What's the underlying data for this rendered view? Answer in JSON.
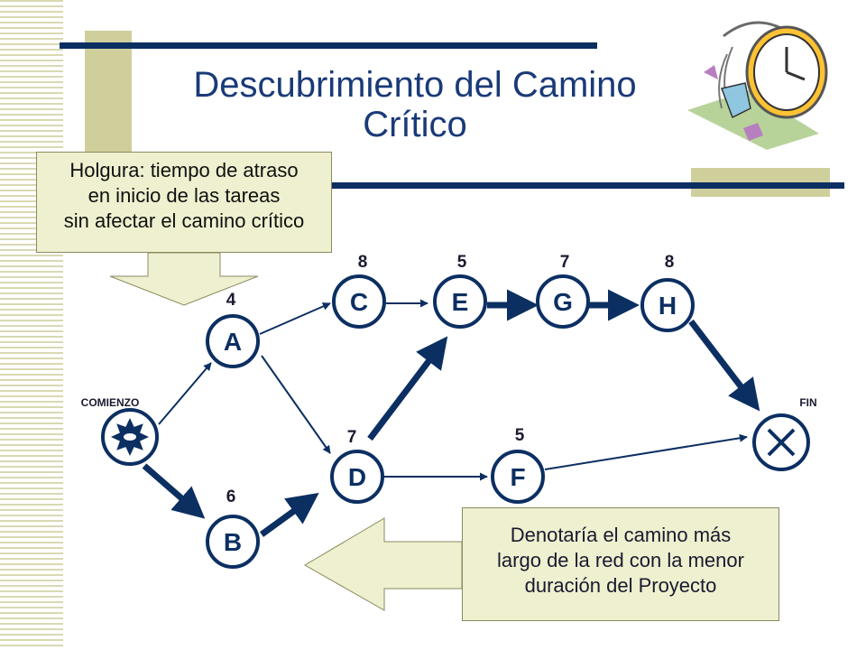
{
  "title": {
    "line1": "Descubrimiento del Camino",
    "line2": "Crítico"
  },
  "callout_top": {
    "line1": "Holgura: tiempo de atraso",
    "line2": "en inicio de las tareas",
    "line3": "sin afectar el camino crítico"
  },
  "callout_bottom": {
    "line1": "Denotaría el camino más",
    "line2": "largo de la red con la menor",
    "line3": "duración del Proyecto"
  },
  "labels": {
    "start": "COMIENZO",
    "end": "FIN"
  },
  "nodes": {
    "A": {
      "label": "A",
      "duration": "4"
    },
    "B": {
      "label": "B",
      "duration": "6"
    },
    "C": {
      "label": "C",
      "duration": "8"
    },
    "D": {
      "label": "D",
      "duration": "7"
    },
    "E": {
      "label": "E",
      "duration": "5"
    },
    "F": {
      "label": "F",
      "duration": "5"
    },
    "G": {
      "label": "G",
      "duration": "7"
    },
    "H": {
      "label": "H",
      "duration": "8"
    }
  },
  "colors": {
    "navy": "#0c2f62",
    "callout_fill": "#eef0cf",
    "accent_olive": "#cfcf9b",
    "title": "#1a3a78"
  },
  "icons": [
    "start-star-icon",
    "end-x-icon",
    "clock-clipart-icon"
  ]
}
